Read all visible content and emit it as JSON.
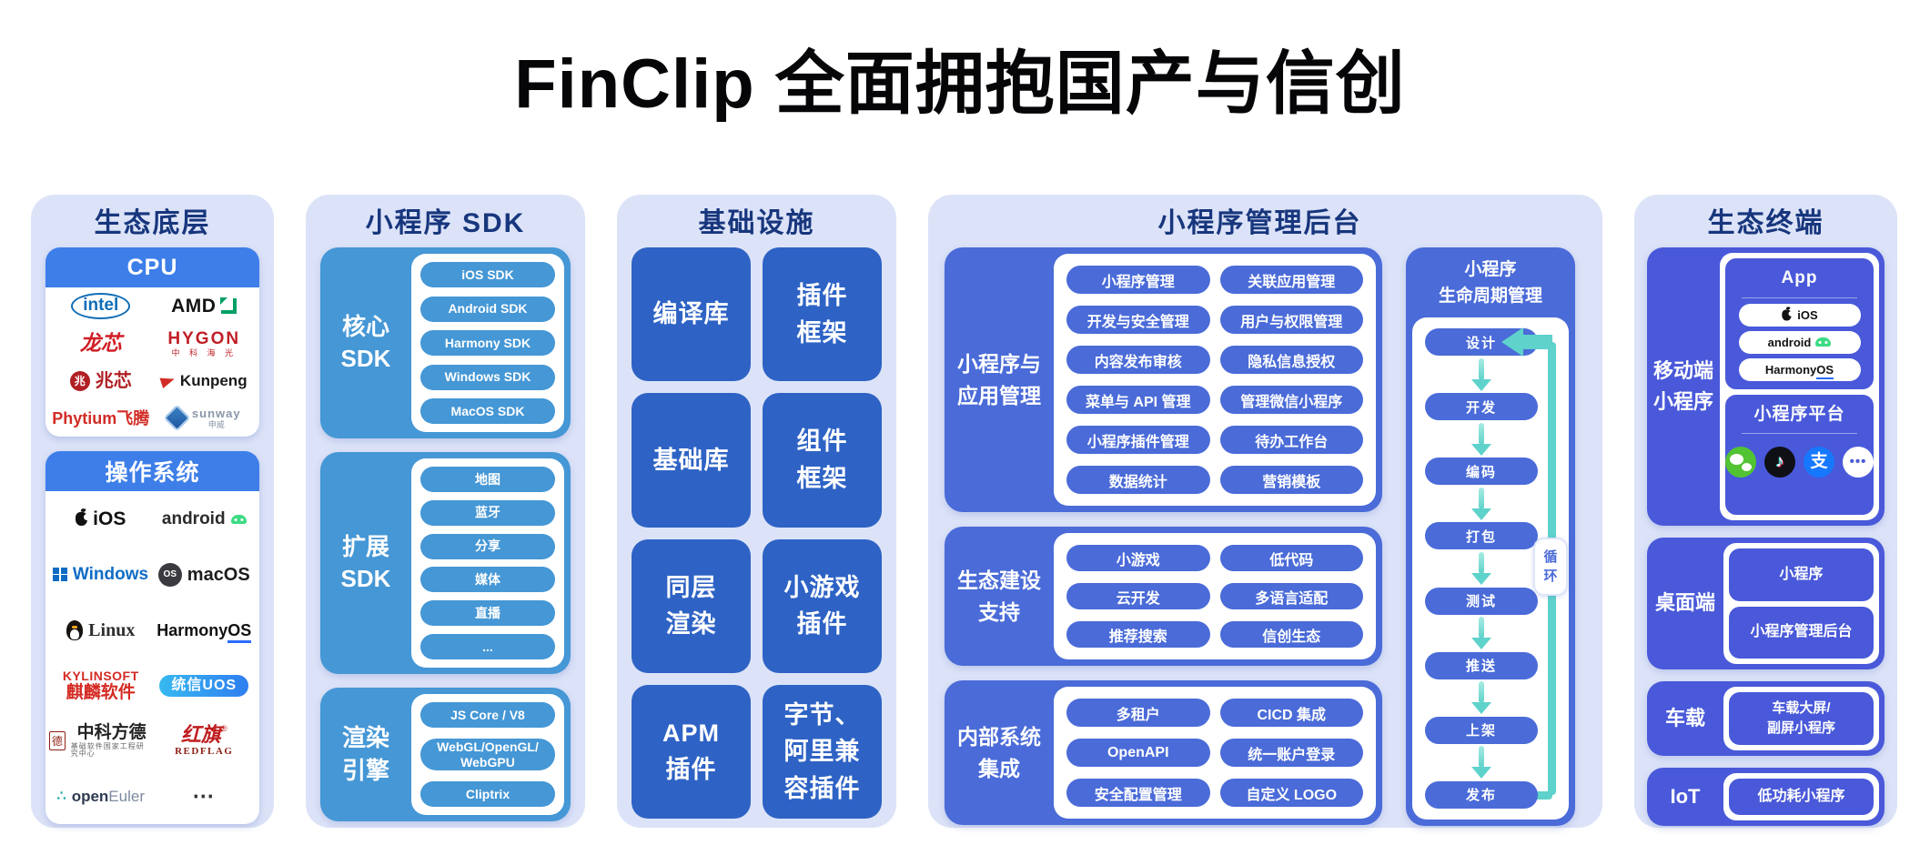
{
  "title": "FinClip 全面拥抱国产与信创",
  "eco_base": {
    "title": "生态底层",
    "cpu_header": "CPU",
    "os_header": "操作系统",
    "cpu_logos": {
      "intel": "intel",
      "amd": "AMD",
      "loongson": "龙芯",
      "hygon": "HYGON",
      "hygon_sub": "中 科 海 光",
      "zhaoxin_icon": "兆",
      "zhaoxin": "兆芯",
      "kunpeng": "Kunpeng",
      "phytium": "Phytium飞腾",
      "sunway": "sunway",
      "sunway_sub": "申威"
    },
    "os_logos": {
      "ios": "iOS",
      "android": "android",
      "windows": "Windows",
      "macos_badge": "OS",
      "macos": "macOS",
      "linux": "Linux",
      "harmony_prefix": "Harmony",
      "harmony_os": "OS",
      "kylin_top": "KYLINSOFT",
      "kylin_cn": "麒麟软件",
      "uos": "统信UOS",
      "fangde_seal": "德",
      "fangde": "中科方德",
      "fangde_sub": "基础软件国家工程研究中心",
      "redflag_cn": "红旗",
      "redflag_reg": "®",
      "redflag_en": "REDFLAG",
      "openeuler_icon": "∴",
      "openeuler_open": "open",
      "openeuler_rest": "Euler",
      "more": "⋯"
    }
  },
  "sdk": {
    "title": "小程序 SDK",
    "groups": [
      {
        "label": "核心\nSDK",
        "pills": [
          "iOS SDK",
          "Android SDK",
          "Harmony SDK",
          "Windows SDK",
          "MacOS SDK"
        ]
      },
      {
        "label": "扩展\nSDK",
        "pills": [
          "地图",
          "蓝牙",
          "分享",
          "媒体",
          "直播",
          "..."
        ]
      },
      {
        "label": "渲染\n引擎",
        "pills": [
          "JS Core / V8",
          "WebGL/OpenGL/\nWebGPU",
          "Cliptrix"
        ]
      }
    ]
  },
  "infra": {
    "title": "基础设施",
    "blocks": [
      "编译库",
      "插件\n框架",
      "基础库",
      "组件\n框架",
      "同层\n渲染",
      "小游戏\n插件",
      "APM\n插件",
      "字节、\n阿里兼\n容插件"
    ]
  },
  "admin": {
    "title": "小程序管理后台",
    "groups": [
      {
        "label": "小程序与\n应用管理",
        "pills": [
          "小程序管理",
          "关联应用管理",
          "开发与安全管理",
          "用户与权限管理",
          "内容发布审核",
          "隐私信息授权",
          "菜单与 API 管理",
          "管理微信小程序",
          "小程序插件管理",
          "待办工作台",
          "数据统计",
          "营销模板"
        ]
      },
      {
        "label": "生态建设\n支持",
        "pills": [
          "小游戏",
          "低代码",
          "云开发",
          "多语言适配",
          "推荐搜索",
          "信创生态"
        ]
      },
      {
        "label": "内部系统\n集成",
        "pills": [
          "多租户",
          "CICD 集成",
          "OpenAPI",
          "统一账户登录",
          "安全配置管理",
          "自定义 LOGO"
        ]
      }
    ],
    "lifecycle": {
      "title": "小程序\n生命周期管理",
      "steps": [
        "设计",
        "开发",
        "编码",
        "打包",
        "测试",
        "推送",
        "上架",
        "发布"
      ],
      "loop_label": "循\n环"
    }
  },
  "terminals": {
    "title": "生态终端",
    "mobile": {
      "label": "移动端\n小程序",
      "app": {
        "title": "App",
        "ios": "iOS",
        "android": "android",
        "harmony_prefix": "Harmony",
        "harmony_os": "OS"
      },
      "platform": {
        "title": "小程序平台",
        "douyin_glyph": "♪",
        "alipay_glyph": "支",
        "more_glyph": "•••"
      }
    },
    "desktop": {
      "label": "桌面端",
      "boxes": [
        "小程序",
        "小程序管理后台"
      ]
    },
    "car": {
      "label": "车载",
      "box": "车载大屏/\n副屏小程序"
    },
    "iot": {
      "label": "IoT",
      "box": "低功耗小程序"
    }
  },
  "colors": {
    "panel_bg": "#dce3f8",
    "header_blue": "#3d7ee9",
    "sdk_blue": "#4597d5",
    "infra_blue": "#2e63c5",
    "admin_indigo": "#4a6bd8",
    "terminal_indigo": "#4959d9",
    "flow_teal": "#5ed2cb",
    "panel_title": "#17367d"
  }
}
